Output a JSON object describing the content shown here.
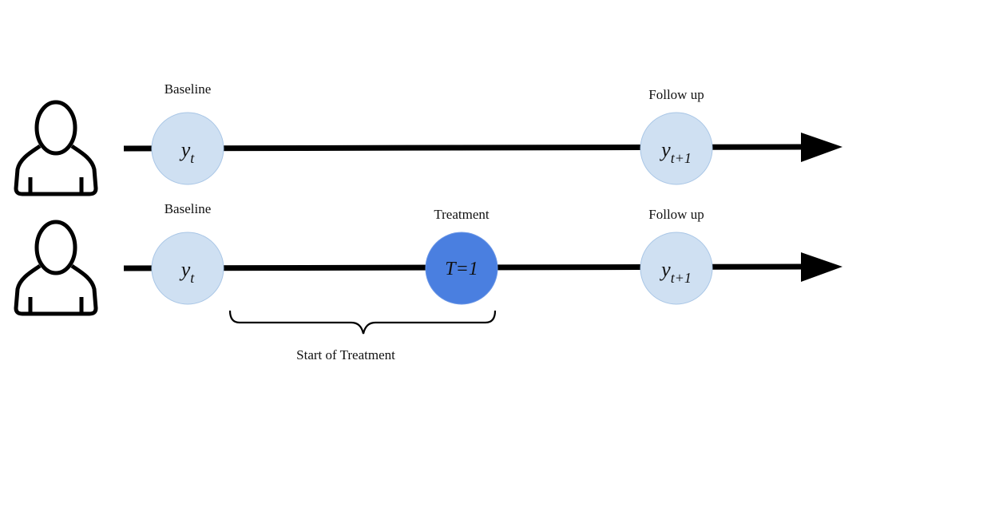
{
  "colors": {
    "line": "#000000",
    "node_light": "#cfe0f2",
    "node_light_stroke": "#a9c6e6",
    "node_dark": "#4a7fe0",
    "node_dark_stroke": "#6a96e6"
  },
  "icons": [
    "person-icon",
    "person-icon"
  ],
  "row1": {
    "baseline_label": "Baseline",
    "baseline_var": "y",
    "baseline_sub": "t",
    "followup_label": "Follow up",
    "followup_var": "y",
    "followup_sub": "t+1"
  },
  "row2": {
    "baseline_label": "Baseline",
    "baseline_var": "y",
    "baseline_sub": "t",
    "treatment_label": "Treatment",
    "treatment_var": "T=1",
    "followup_label": "Follow up",
    "followup_var": "y",
    "followup_sub": "t+1"
  },
  "brace_label": "Start of Treatment"
}
